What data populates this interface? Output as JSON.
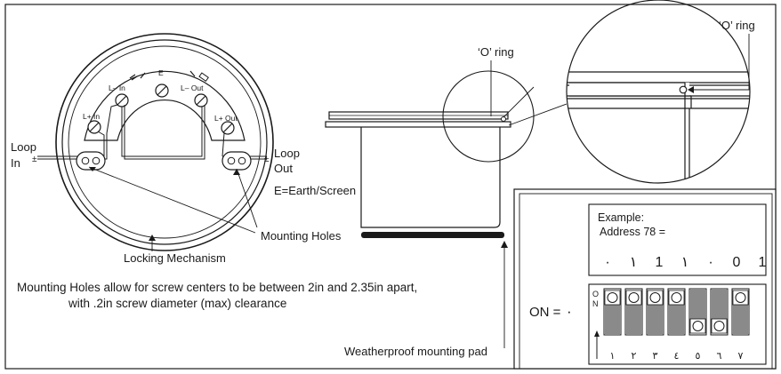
{
  "terminal_labels": {
    "loop_in_plus": "L+ In",
    "loop_in_minus": "L– In",
    "earth": "E",
    "loop_out_minus": "L– Out",
    "loop_out_plus": "L+ Out"
  },
  "loop_in": {
    "line1": "Loop",
    "line2": "In",
    "sign": "±"
  },
  "loop_out": {
    "line1": "Loop",
    "line2": "Out",
    "sign": "±"
  },
  "earth_legend": "E=Earth/Screen",
  "mounting_holes": "Mounting Holes",
  "locking_mechanism": "Locking Mechanism",
  "note": {
    "line1": "Mounting Holes allow for screw centers to be between 2in and 2.35in apart,",
    "line2": "with .2in screw diameter (max) clearance"
  },
  "o_ring_side": "‘O’ ring",
  "o_ring_detail": "‘O’ ring",
  "weatherproof_pad": "Weatherproof mounting pad",
  "address_example": {
    "line1": "Example:",
    "line2": "Address 78 =",
    "digits": [
      "·",
      "١",
      "1",
      "١",
      "·",
      "0",
      "1"
    ]
  },
  "on_legend": {
    "label": "ON =",
    "symbol": "·"
  },
  "dip_switch": {
    "on_marker_top": "O",
    "on_marker_bottom": "N",
    "numbers": [
      "١",
      "٢",
      "٣",
      "٤",
      "٥",
      "٦",
      "٧"
    ],
    "positions": [
      "on",
      "on",
      "on",
      "on",
      "off",
      "off",
      "on"
    ]
  }
}
